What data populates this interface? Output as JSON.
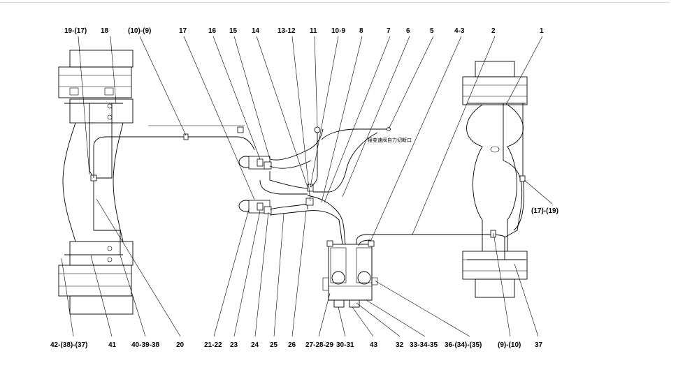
{
  "diagram": {
    "note": "接变速阀自力切断口",
    "labels_top": [
      "19-(17)",
      "18",
      "(10)-(9)",
      "17",
      "16",
      "15",
      "14",
      "13-12",
      "11",
      "10-9",
      "8",
      "7",
      "6",
      "5",
      "4-3",
      "2",
      "1"
    ],
    "labels_bottom": [
      "42-(38)-(37)",
      "41",
      "40-39-38",
      "20",
      "21-22",
      "23",
      "24",
      "25",
      "26",
      "27-28-29",
      "30-31",
      "43",
      "32",
      "33-34-35",
      "36-(34)-(35)",
      "(9)-(10)",
      "37"
    ],
    "label_right": "(17)-(19)"
  }
}
